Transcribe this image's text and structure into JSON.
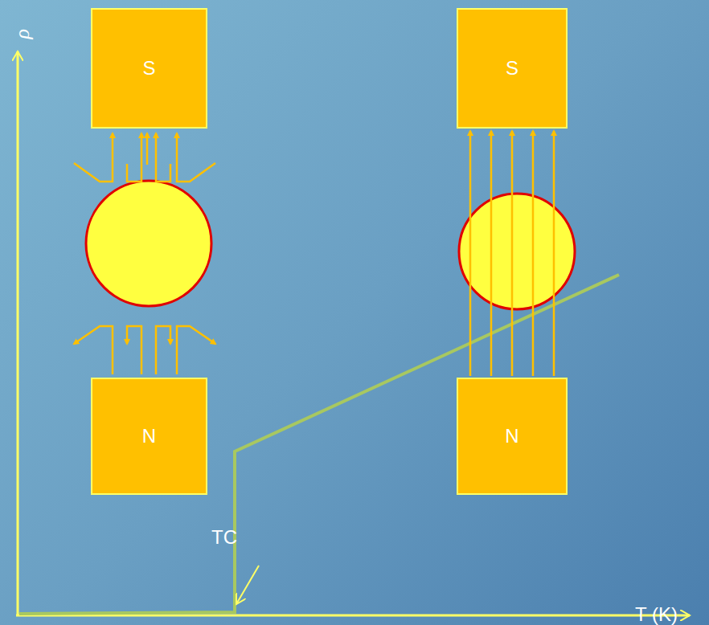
{
  "diagram": {
    "nodes": [
      {
        "text": [
          "S"
        ]
      },
      {
        "text": [
          "S"
        ]
      },
      {
        "text": [
          "N"
        ]
      },
      {
        "text": [
          "N"
        ]
      }
    ],
    "edges": [
      {
        "from": 3,
        "to": 1,
        "arrow": "to"
      }
    ],
    "labels": [
      "ρ",
      "TC",
      "T (K)"
    ]
  }
}
